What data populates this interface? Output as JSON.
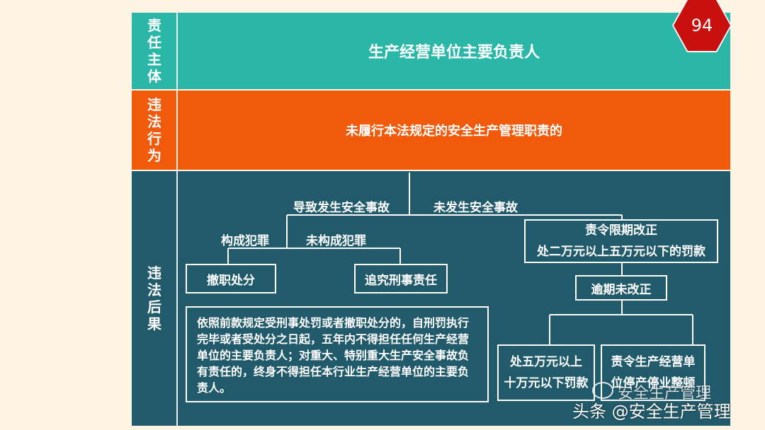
{
  "page_number": "94",
  "colors": {
    "teal": "#2bb7a8",
    "orange": "#f05a0a",
    "dark_teal": "#215a6a",
    "hex_red": "#c8100e",
    "background": "#fdf4e3"
  },
  "rows": {
    "subject": {
      "label": "责任主体",
      "content": "生产经营单位主要负责人"
    },
    "behavior": {
      "label": "违法行为",
      "content": "未履行本法规定的安全生产管理职责的"
    },
    "consequence": {
      "label": "违法后果"
    }
  },
  "tree": {
    "branch_accident": "导致发生安全事故",
    "branch_no_accident": "未发生安全事故",
    "crime": "构成犯罪",
    "no_crime": "未构成犯罪",
    "dismissal": "撤职处分",
    "criminal_liability": "追究刑事责任",
    "ban_text": "依照前款规定受刑事处罚或者撤职处分的，自刑罚执行完毕或者受处分之日起，五年内不得担任任何生产经营单位的主要负责人；对重大、特别重大生产安全事故负有责任的，终身不得担任本行业生产经营单位的主要负责人。",
    "rectify_line1": "责令限期改正",
    "rectify_line2": "处二万元以上五万元以下的罚款",
    "overdue": "逾期未改正",
    "fine_line1": "处五万元以上",
    "fine_line2": "十万元以下罚款",
    "suspend_line1": "责令生产经营单",
    "suspend_line2": "位停产停业整顿"
  },
  "watermark": {
    "line1": "安全生产管理",
    "line2": "头条 @安全生产管理"
  }
}
